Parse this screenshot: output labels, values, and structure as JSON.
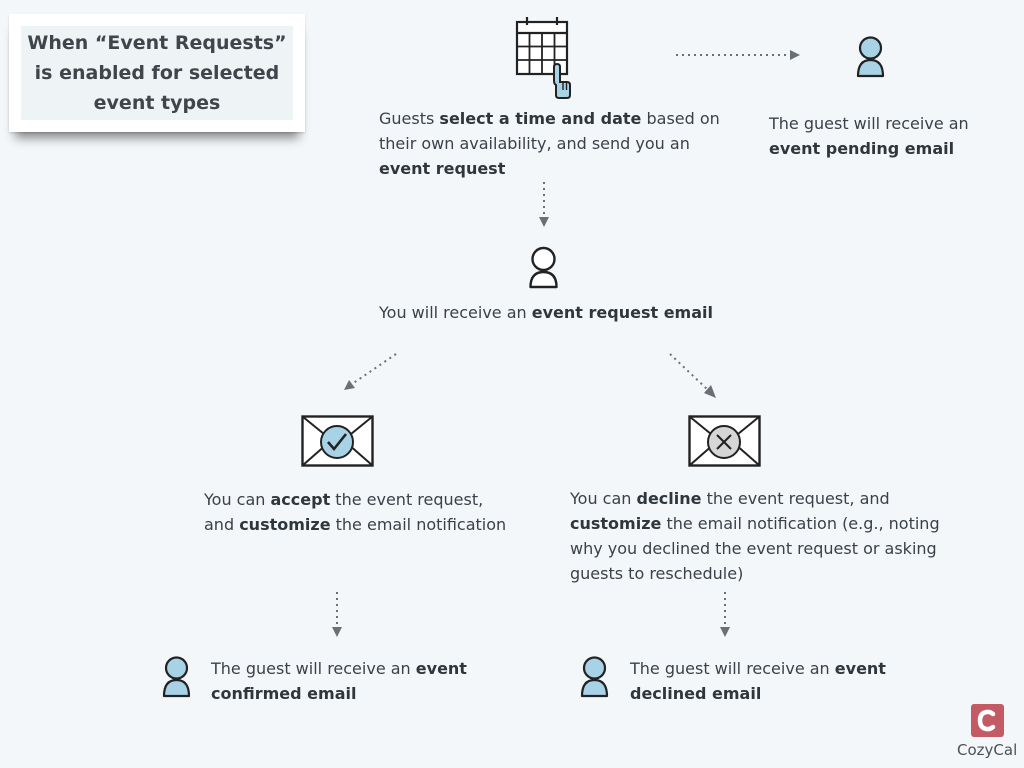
{
  "title": "When “Event Requests”\nis enabled for selected\nevent types",
  "step1": {
    "pre": "Guests ",
    "bold1": "select a time and date",
    "mid": " based on their own availability, and send you an ",
    "bold2": "event request"
  },
  "pending": {
    "pre": "The guest will receive an ",
    "bold": "event pending email"
  },
  "request": {
    "pre": "You will receive an ",
    "bold": "event request email"
  },
  "accept": {
    "pre": "You can ",
    "bold1": "accept",
    "mid": " the event request, and ",
    "bold2": "customize",
    "post": " the email notification"
  },
  "decline": {
    "pre": "You can ",
    "bold1": "decline",
    "mid": " the event request, and ",
    "bold2": "customize",
    "post": " the email notification (e.g., noting why you declined the event request or asking guests to reschedule)"
  },
  "confirmed": {
    "pre": "The guest will receive an ",
    "bold": "event confirmed email"
  },
  "declined": {
    "pre": "The guest will receive an ",
    "bold": "event declined email"
  },
  "brand": {
    "name": "CozyCal",
    "logo_letter": "c"
  },
  "icons": {
    "calendar": "calendar-click-icon",
    "guest": "guest-user-icon",
    "user": "user-outline-icon",
    "accept_mail": "envelope-check-icon",
    "decline_mail": "envelope-x-icon"
  },
  "colors": {
    "background": "#f4f7f9",
    "user_fill": "#a8d3e6",
    "accept_badge": "#a8d3e6",
    "decline_badge": "#d6d6d6",
    "brand": "#c45a64",
    "arrow": "#6b7075"
  }
}
